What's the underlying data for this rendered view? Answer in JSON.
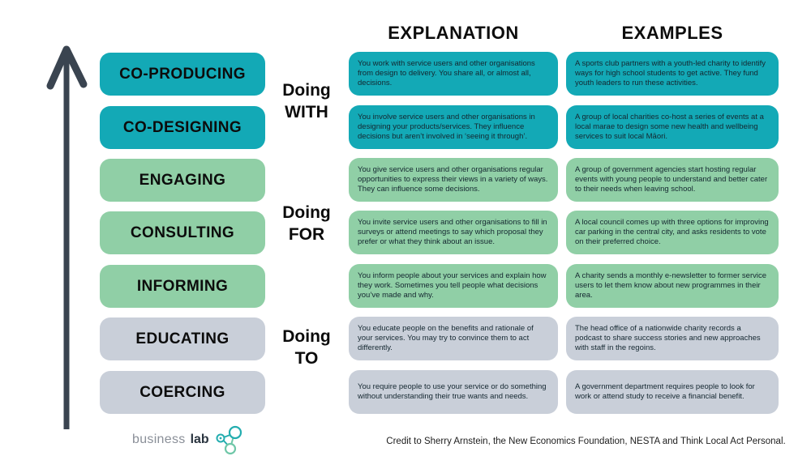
{
  "headers": {
    "explanation": "EXPLANATION",
    "examples": "EXAMPLES"
  },
  "doing_labels": [
    {
      "text": "Doing\nWITH"
    },
    {
      "text": "Doing\nFOR"
    },
    {
      "text": "Doing\nTO"
    }
  ],
  "rows": [
    {
      "level": "CO-PRODUCING",
      "color": "#13A9B6",
      "explanation": "You work with service users and other organisations from design to delivery. You share all, or almost all, decisions.",
      "example": "A sports club partners with a youth-led charity to identify ways for high school students to get active. They fund youth leaders to run these activities."
    },
    {
      "level": "CO-DESIGNING",
      "color": "#13A9B6",
      "explanation": "You involve service users and other organisations in designing your products/services. They influence decisions but aren’t involved in ‘seeing it through’.",
      "example": "A group of local charities co-host a series of events at a local marae to design some new health and wellbeing services to suit local Māori."
    },
    {
      "level": "ENGAGING",
      "color": "#90CFA6",
      "explanation": "You give service users and other organisations regular opportunities to express their views in a variety of ways. They can influence some decisions.",
      "example": "A group of government agencies start hosting regular events with young people to understand and better cater to their needs when leaving school."
    },
    {
      "level": "CONSULTING",
      "color": "#90CFA6",
      "explanation": "You invite service users and other organisations to fill in surveys or attend meetings to say which proposal they prefer or what they think about an issue.",
      "example": "A local council comes up with three options for improving car parking in the central city, and asks residents to vote on their preferred choice."
    },
    {
      "level": "INFORMING",
      "color": "#90CFA6",
      "explanation": "You inform people about your services and explain how they work. Sometimes you tell people what decisions you’ve made and why.",
      "example": "A charity sends a monthly e-newsletter to former service users to let them know about new programmes in their area."
    },
    {
      "level": "EDUCATING",
      "color": "#C9CFD9",
      "explanation": "You educate people on the benefits and rationale of your services. You may try to convince them to act differently.",
      "example": "The head office of a nationwide charity records a podcast to share success stories and new approaches with staff in the regoins."
    },
    {
      "level": "COERCING",
      "color": "#C9CFD9",
      "explanation": "You require people to use your service or do something without understanding their true wants and needs.",
      "example": "A government department requires people to look for work or attend study to receive a financial benefit."
    }
  ],
  "footer": {
    "logo_word1": "business",
    "logo_word2": "lab",
    "credit": "Credit to Sherry Arnstein, the New Economics Foundation, NESTA and Think Local Act Personal."
  },
  "colors": {
    "teal": "#13A9B6",
    "green": "#90CFA6",
    "gray": "#C9CFD9",
    "arrow": "#3A4450",
    "logo_teal": "#23ADAF"
  }
}
